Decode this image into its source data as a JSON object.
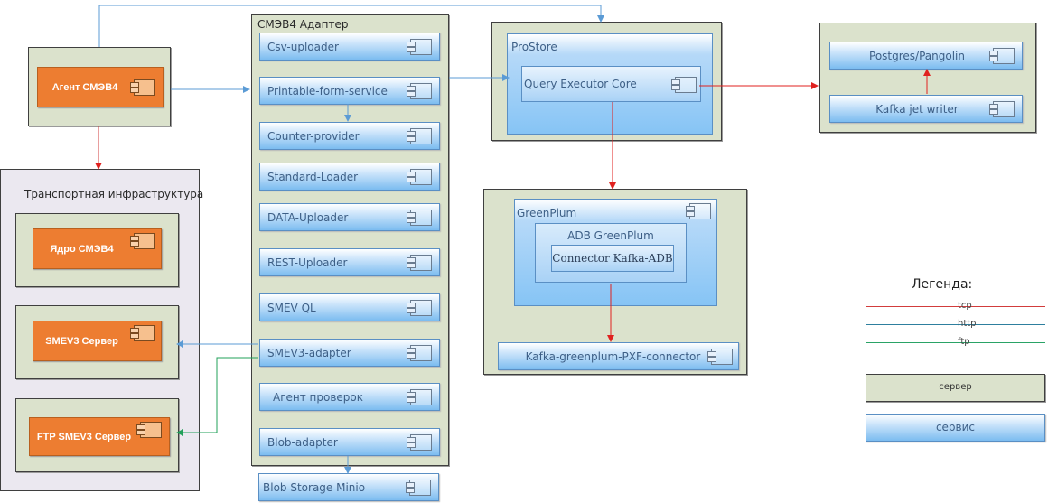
{
  "agent": {
    "label": "Агент СМЭВ4"
  },
  "transport": {
    "title": "Транспортная инфраструктура",
    "core": "Ядро СМЭВ4",
    "smev3": "SMEV3 Сервер",
    "ftp": "FTP SMEV3 Сервер"
  },
  "adapter": {
    "title": "СМЭВ4 Адаптер",
    "services": [
      "Csv-uploader",
      "Printable-form-service",
      "Counter-provider",
      "Standard-Loader",
      "DATA-Uploader",
      "REST-Uploader",
      "SMEV QL",
      "SMEV3-adapter",
      "Агент проверок",
      "Blob-adapter"
    ]
  },
  "blob_storage": "Blob Storage Minio",
  "prostore": {
    "title": "ProStore",
    "core": "Query Executor Core"
  },
  "postgres": {
    "top": "Postgres/Pangolin",
    "bottom": "Kafka jet writer"
  },
  "greenplum": {
    "title": "GreenPlum",
    "adb": "ADB GreenPlum",
    "connector": "Connector Kafka-ADB",
    "pxf": "Kafka-greenplum-PXF-connector"
  },
  "legend": {
    "title": "Легенда:",
    "tcp": "tcp",
    "http": "http",
    "ftp": "ftp",
    "server": "сервер",
    "service": "сервис",
    "colors": {
      "tcp": "#d23c3c",
      "http": "#2e7f9e",
      "ftp": "#2aa366"
    }
  }
}
